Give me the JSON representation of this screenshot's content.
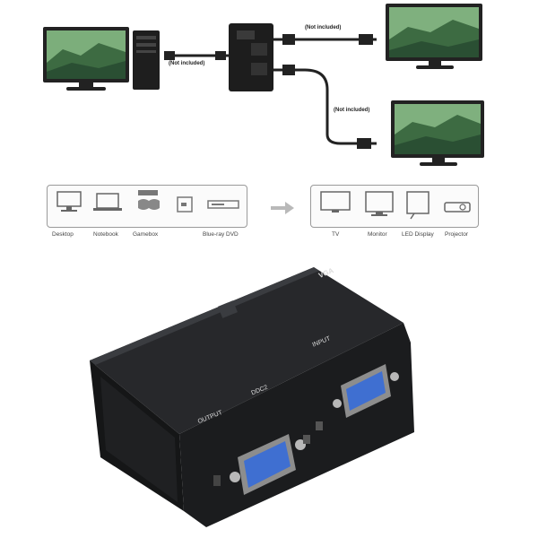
{
  "diagram": {
    "cable_note_left": "(Not included)",
    "cable_note_top_right": "(Not included)",
    "cable_note_bottom_right": "(Not included)"
  },
  "sources": {
    "items": [
      {
        "label": "Desktop",
        "icon": "desktop-icon"
      },
      {
        "label": "Notebook",
        "icon": "notebook-icon"
      },
      {
        "label": "Gamebox",
        "icon": "gamebox-icon"
      },
      {
        "label": "",
        "icon": "dvr-icon"
      },
      {
        "label": "Blue-ray DVD",
        "icon": "bluray-dvd-icon"
      }
    ]
  },
  "displays": {
    "items": [
      {
        "label": "TV",
        "icon": "tv-icon"
      },
      {
        "label": "Monitor",
        "icon": "monitor-icon"
      },
      {
        "label": "LED Display",
        "icon": "led-display-icon"
      },
      {
        "label": "Projector",
        "icon": "projector-icon"
      }
    ]
  },
  "device": {
    "top_label": "VGA",
    "input_label": "INPUT",
    "output_label": "OUTPUT",
    "ddc_label": "DDC2",
    "body_color": "#1b1c1e",
    "port_color": "#3f6fd1"
  }
}
